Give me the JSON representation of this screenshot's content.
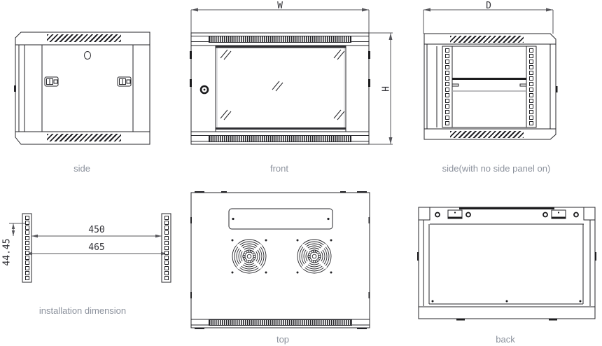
{
  "canvas": {
    "background": "#ffffff",
    "line_color": "#26262a",
    "caption_color": "#8b919c",
    "dimension_color": "#323237"
  },
  "views": {
    "side": {
      "caption": "side"
    },
    "front": {
      "caption": "front",
      "dim_w": "W",
      "dim_h": "H"
    },
    "side_open": {
      "caption": "side(with no side panel on)",
      "dim_d": "D"
    },
    "installation": {
      "caption": "installation dimension",
      "dim_450": "450",
      "dim_465": "465",
      "dim_4445": "44.45"
    },
    "top": {
      "caption": "top"
    },
    "back": {
      "caption": "back"
    }
  }
}
